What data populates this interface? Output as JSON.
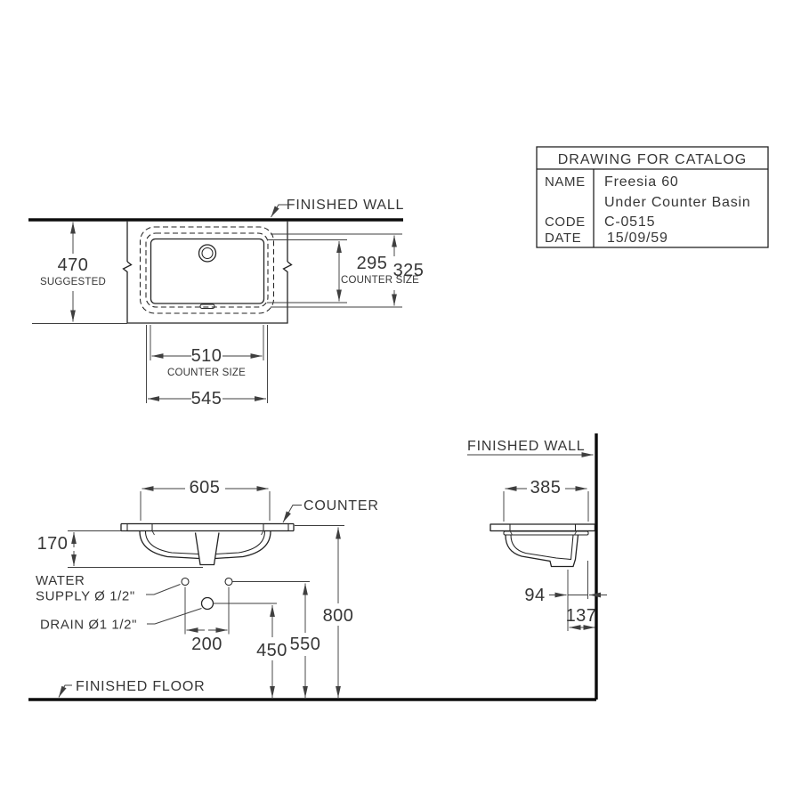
{
  "colors": {
    "ink": "#232323",
    "heavy_line": "#0c0c0c",
    "dim_line": "#3f3f3f",
    "background": "#ffffff"
  },
  "title_block": {
    "header": "DRAWING FOR CATALOG",
    "name_label": "NAME",
    "name_value_line1": "Freesia 60",
    "name_value_line2": "Under Counter Basin",
    "code_label": "CODE",
    "code_value": "C-0515",
    "date_label": "DATE",
    "date_value": "15/09/59"
  },
  "plan": {
    "finished_wall": "FINISHED WALL",
    "dim_depth": "470",
    "dim_depth_note": "SUGGESTED",
    "dim_cutout_depth": "295",
    "counter_size_v": "COUNTER SIZE",
    "dim_rim_depth": "325",
    "dim_cutout_width": "510",
    "counter_size_h": "COUNTER SIZE",
    "dim_rim_width": "545"
  },
  "front": {
    "dim_width": "605",
    "counter_label": "COUNTER",
    "dim_basin_height": "170",
    "water_line1": "WATER",
    "water_line2": "SUPPLY Ø 1/2\"",
    "drain_label": "DRAIN Ø1 1/2\"",
    "dim_supply_spacing": "200",
    "dim_drain_height": "450",
    "dim_supply_height": "550",
    "dim_counter_height": "800",
    "finished_floor": "FINISHED FLOOR"
  },
  "side": {
    "finished_wall": "FINISHED WALL",
    "dim_depth": "385",
    "dim_drain_to_back": "94",
    "dim_drain_to_wall": "137"
  }
}
